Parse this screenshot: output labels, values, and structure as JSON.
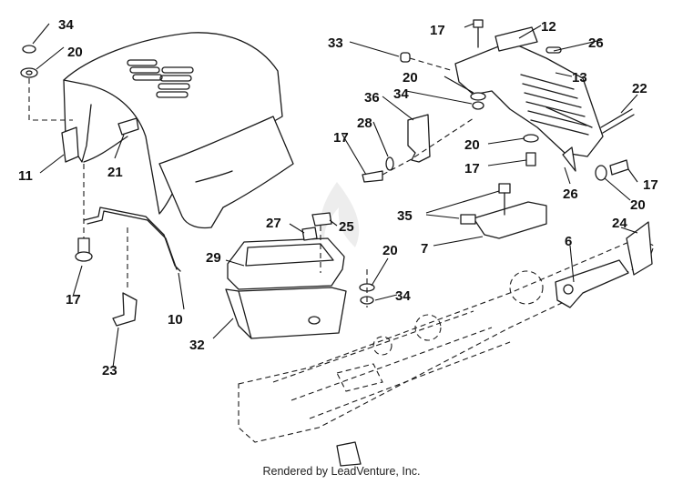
{
  "callouts": {
    "c34a": "34",
    "c20a": "20",
    "c11": "11",
    "c21": "21",
    "c17a": "17",
    "c10": "10",
    "c23": "23",
    "c33": "33",
    "c17b": "17",
    "c12": "12",
    "c26a": "26",
    "c13": "13",
    "c20b": "20",
    "c34b": "34",
    "c36": "36",
    "c28": "28",
    "c22": "22",
    "c17c": "17",
    "c20c": "20",
    "c17d": "17",
    "c26b": "26",
    "c17e": "17",
    "c20d": "20",
    "c35": "35",
    "c27": "27",
    "c25": "25",
    "c7": "7",
    "c24": "24",
    "c6": "6",
    "c29": "29",
    "c20e": "20",
    "c34c": "34",
    "c32": "32"
  },
  "footer": {
    "credit": "Rendered by LeadVenture, Inc."
  }
}
